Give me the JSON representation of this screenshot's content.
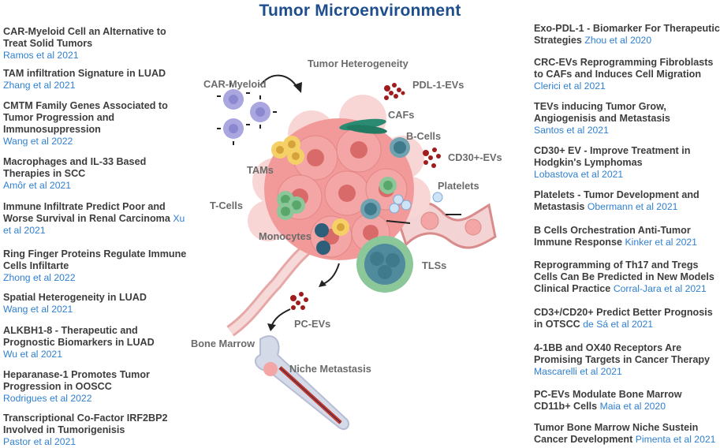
{
  "title": "Tumor Microenvironment",
  "colors": {
    "title": "#1f4e8c",
    "citation": "#2f7fd0",
    "heading_text": "#3d3d3d",
    "diagram_label": "#6b6b6b",
    "tumor_cell": "#f08f8f",
    "ev_dots": "#a01c1c",
    "t_cell": "#8cc79a",
    "b_cell": "#4f8b9c",
    "tam": "#f5d067",
    "car_myeloid": "#a9a6e0",
    "caf": "#2b8a72",
    "platelet": "#bcd8f3"
  },
  "left_column": [
    {
      "heading": "CAR-Myeloid Cell an Alternative to Treat Solid Tumors",
      "citation": "Ramos et  al 2021"
    },
    {
      "heading": "TAM infiltration Signature in LUAD",
      "citation": "Zhang  et  al 2021"
    },
    {
      "heading": "CMTM Family Genes Associated to Tumor Progression and Immunosuppression",
      "citation": "Wang et  al 2022"
    },
    {
      "heading": "Macrophages and IL-33 Based Therapies in  SCC",
      "citation": "Amôr  et  al 2021"
    },
    {
      "heading": "Immune Infiltrate Predict Poor and Worse Survival in Renal Carcinoma",
      "citation": "Xu et al 2021"
    },
    {
      "heading": "Ring Finger Proteins Regulate Immune Cells Infiltarte",
      "citation": "Zhong et  al 2022"
    },
    {
      "heading": "Spatial Heterogeneity  in LUAD",
      "citation": "Wang et  al 2021"
    },
    {
      "heading": "ALKBH1-8 - Therapeutic and Prognostic Biomarkers in LUAD",
      "citation": "Wu et  al 2021"
    },
    {
      "heading": "Heparanase-1 Promotes Tumor Progression in OOSCC",
      "citation": "Rodrigues et  al 2022"
    },
    {
      "heading": "Transcriptional Co-Factor IRF2BP2 Involved in Tumorigenisis",
      "citation": "Pastor et  al 2021"
    }
  ],
  "right_column": [
    {
      "heading": "Exo-PDL-1 - Biomarker For Therapeutic Strategies",
      "citation": "Zhou et al 2020"
    },
    {
      "heading": "CRC-EVs Reprogramming Fibroblasts to CAFs and Induces Cell Migration",
      "citation": "Clerici et al 2021"
    },
    {
      "heading": "TEVs inducing Tumor Grow, Angiogenisis and Metastasis",
      "citation": "Santos  et al 2021"
    },
    {
      "heading": "CD30+ EV - Improve Treatment in Hodgkin's Lymphomas",
      "citation": "Lobastova et al 2021"
    },
    {
      "heading": "Platelets - Tumor Development and Metastasis",
      "citation": "Obermann et al 2021"
    },
    {
      "heading": "B Cells Orchestration Anti-Tumor Immune Response",
      "citation": "Kinker  et  al 2021"
    },
    {
      "heading": "Reprogramming of Th17 and Tregs Cells Can Be Predicted in New Models Clinical Practice",
      "citation": "Corral-Jara  et  al 2021"
    },
    {
      "heading": "CD3+/CD20+ Predict Better Prognosis in OTSCC",
      "citation": "de Sá  et  al 2021"
    },
    {
      "heading": "4-1BB and OX40 Receptors Are Promising Targets in Cancer Therapy",
      "citation": "Mascarelli et  al 2021"
    },
    {
      "heading": "PC-EVs Modulate Bone Marrow CD11b+ Cells",
      "citation": "Maia et  al 2020"
    },
    {
      "heading": "Tumor Bone Marrow Niche Sustein Cancer Development",
      "citation": "Pimenta et  al 2021"
    }
  ],
  "diagram_labels": {
    "car_myeloid": "CAR-Myeloid",
    "tumor_heterogeneity": "Tumor Heterogeneity",
    "pdl1_evs": "PDL-1-EVs",
    "cafs": "CAFs",
    "b_cells": "B-Cells",
    "cd30_evs": "CD30+-EVs",
    "tams": "TAMs",
    "platelets": "Platelets",
    "t_cells": "T-Cells",
    "monocytes": "Monocytes",
    "tlss": "TLSs",
    "pc_evs": "PC-EVs",
    "bone_marrow": "Bone Marrow",
    "niche_metastasis": "Niche Metastasis"
  }
}
